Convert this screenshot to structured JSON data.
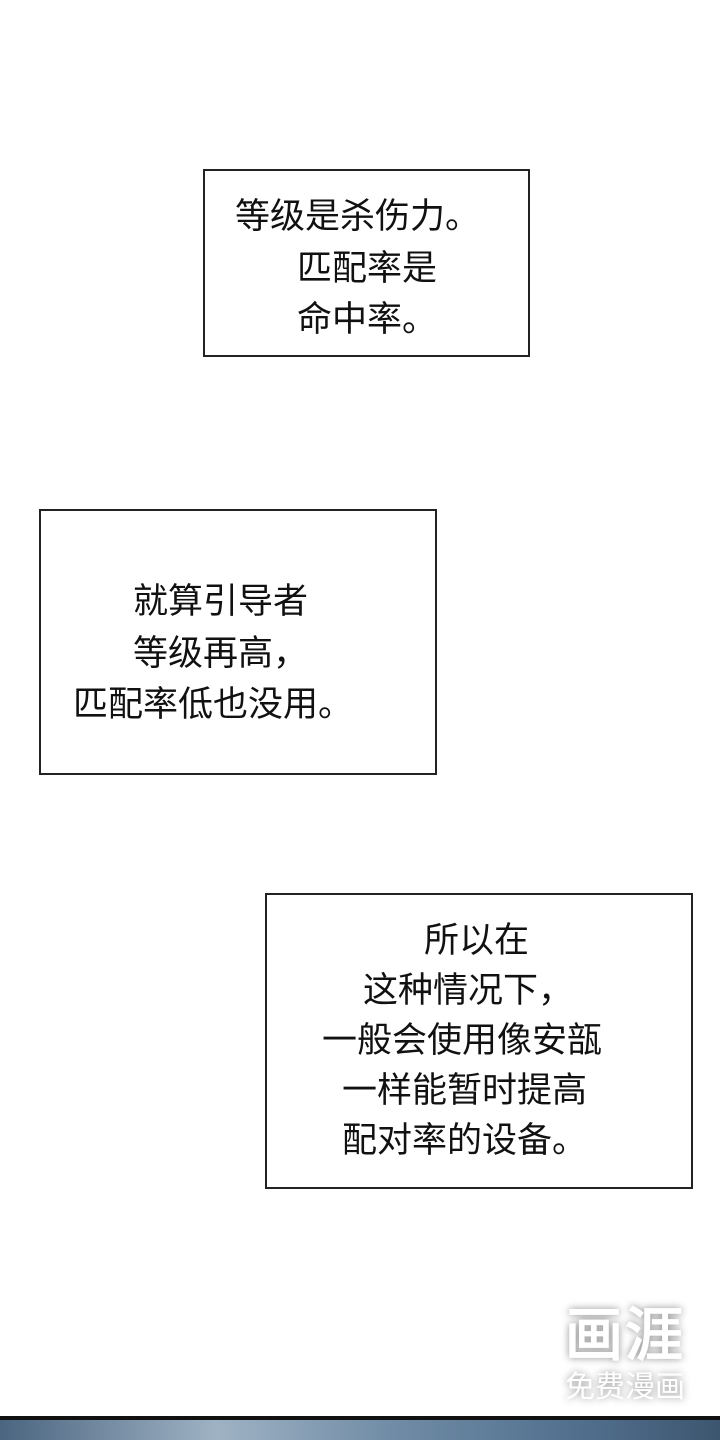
{
  "panels": [
    {
      "lines": [
        "等级是杀伤力。",
        "匹配率是",
        "命中率。"
      ]
    },
    {
      "lines": [
        "就算引导者",
        "等级再高，",
        "匹配率低也没用。"
      ]
    },
    {
      "lines": [
        "所以在",
        "这种情况下，",
        "一般会使用像安瓿",
        "一样能暂时提高",
        "配对率的设备。"
      ]
    }
  ],
  "watermark": {
    "logo": "画涯",
    "subtitle": "免费漫画"
  }
}
